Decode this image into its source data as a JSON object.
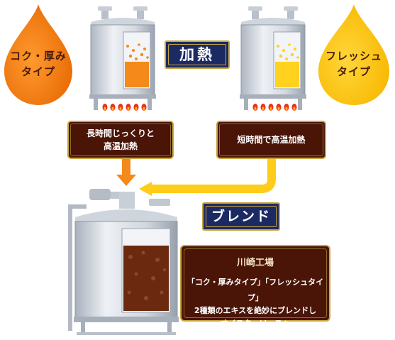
{
  "types": {
    "rich": {
      "label_line1": "コク・厚み",
      "label_line2": "タイプ",
      "color": "#f07d12"
    },
    "fresh": {
      "label_line1": "フレッシュ",
      "label_line2": "タイプ",
      "color": "#ffc400"
    }
  },
  "heating": {
    "banner_label": "加熱",
    "rich_process_line1": "長時間じっくりと",
    "rich_process_line2": "高温加熱",
    "fresh_process": "短時間で高温加熱"
  },
  "blend": {
    "banner_label": "ブレンド",
    "factory_name": "川崎工場",
    "description_line1": "「コク・厚みタイプ」「フレッシュタイプ」",
    "description_line2": "2種類のエキスを絶妙にブレンドし",
    "description_line3": "オイスターソースへ"
  },
  "colors": {
    "label_bg": "#4a1407",
    "label_border": "#c9a53e",
    "banner_bg": "#1c2a63",
    "arrow_rich": "#f38a1c",
    "arrow_fresh": "#ffcc1a",
    "liquid_rich": "#f5891a",
    "liquid_fresh": "#ffd21f",
    "liquid_blend": "#6b2a10"
  }
}
